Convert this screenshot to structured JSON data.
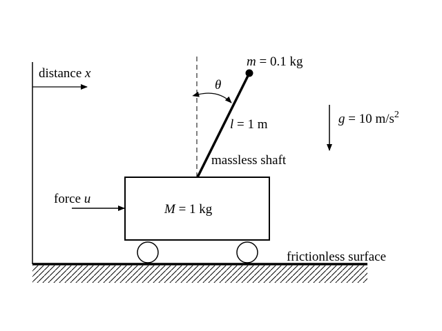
{
  "labels": {
    "distance": "distance",
    "distance_var": "x",
    "pendulum_mass_var": "m",
    "pendulum_mass_value": "= 0.1 kg",
    "angle": "θ",
    "length_var": "l",
    "length_value": "= 1 m",
    "gravity_var": "g",
    "gravity_value": "= 10 m/s",
    "gravity_exp": "2",
    "shaft": "massless shaft",
    "force": "force",
    "force_var": "u",
    "cart_mass_var": "M",
    "cart_mass_value": "= 1 kg",
    "surface": "frictionless surface"
  },
  "colors": {
    "ink": "#000000",
    "background": "#ffffff"
  }
}
